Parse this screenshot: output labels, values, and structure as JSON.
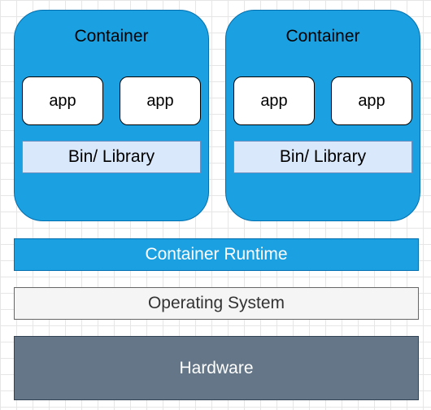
{
  "containers": [
    {
      "title": "Container",
      "apps": [
        "app",
        "app"
      ],
      "library": "Bin/ Library"
    },
    {
      "title": "Container",
      "apps": [
        "app",
        "app"
      ],
      "library": "Bin/ Library"
    }
  ],
  "layers": {
    "runtime": "Container Runtime",
    "os": "Operating System",
    "hardware": "Hardware"
  },
  "colors": {
    "container_fill": "#1ba1e2",
    "container_stroke": "#006eaf",
    "library_fill": "#dae8fc",
    "library_stroke": "#6c8ebf",
    "os_fill": "#f5f5f5",
    "os_stroke": "#666666",
    "hardware_fill": "#647687",
    "hardware_stroke": "#314354"
  }
}
